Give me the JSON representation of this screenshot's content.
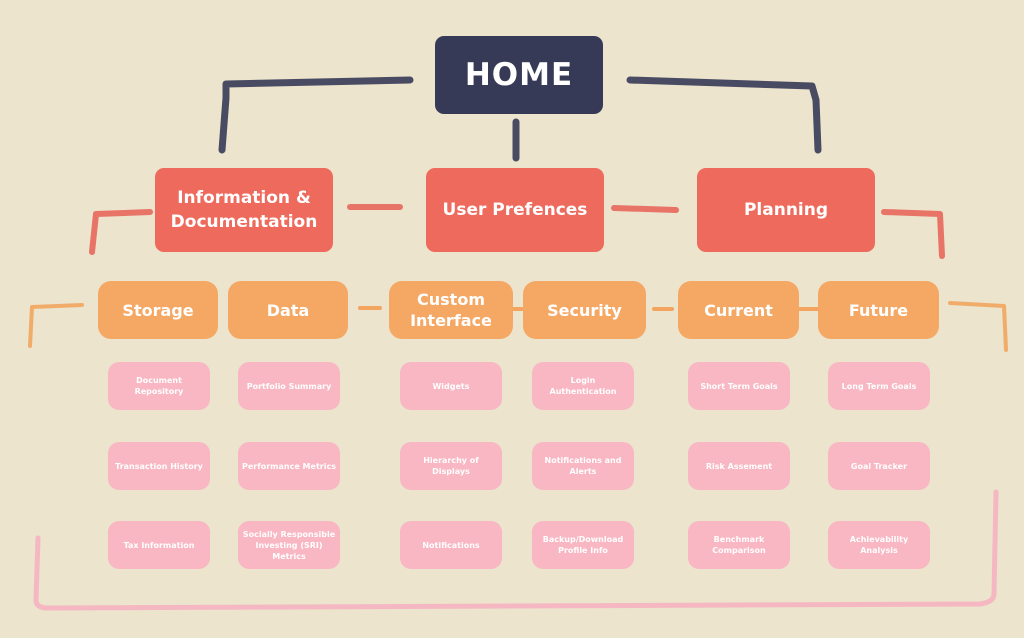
{
  "home": {
    "label": "HOME"
  },
  "categories": [
    {
      "label": "Information & Documentation",
      "groups": [
        {
          "label": "Storage",
          "items": [
            "Document Repository",
            "Transaction History",
            "Tax Information"
          ]
        },
        {
          "label": "Data",
          "items": [
            "Portfolio Summary",
            "Performance Metrics",
            "Socially Responsible Investing (SRI) Metrics"
          ]
        }
      ]
    },
    {
      "label": "User Prefences",
      "groups": [
        {
          "label": "Custom Interface",
          "items": [
            "Widgets",
            "Hierarchy of Displays",
            "Notifications"
          ]
        },
        {
          "label": "Security",
          "items": [
            "Login Authentication",
            "Notifications and Alerts",
            "Backup/Download Profile Info"
          ]
        }
      ]
    },
    {
      "label": "Planning",
      "groups": [
        {
          "label": "Current",
          "items": [
            "Short Term Goals",
            "Risk Assement",
            "Benchmark Comparison"
          ]
        },
        {
          "label": "Future",
          "items": [
            "Long Term Goals",
            "Goal Tracker",
            "Achievability Analysis"
          ]
        }
      ]
    }
  ],
  "colors": {
    "background": "#ece4cd",
    "home": "#373a57",
    "category": "#ee6a5c",
    "group": "#f5a864",
    "item": "#f8b7c3"
  }
}
